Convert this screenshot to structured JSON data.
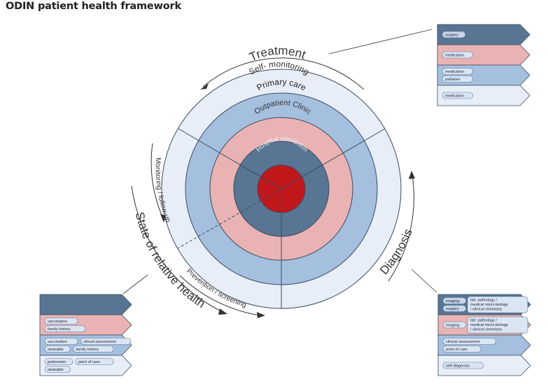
{
  "title": "ODIN patient health framework",
  "colors": {
    "hospital": "#587593",
    "outpatient": "#eab3b3",
    "primary": "#a5bfdf",
    "self": "#e7eef8",
    "core": "#c0171b",
    "outline": "#3b4b5e"
  },
  "rings": {
    "self": "Self- monitoring",
    "primary": "Primary care",
    "outpatient": "Outpatient Clinic",
    "hospital": "Hospital admission"
  },
  "phases": {
    "treatment": "Treatment",
    "diagnosis": "Diagnosis",
    "state": "State of relative health",
    "monitoring": "Monitoring / follow-up",
    "prevention": "Prevention / screening"
  },
  "panels": {
    "treatment": {
      "rows": [
        {
          "tags": [
            "surgery"
          ]
        },
        {
          "tags": [
            "medication"
          ]
        },
        {
          "tags": [
            "medication",
            "palliative"
          ]
        },
        {
          "tags": [
            "medication"
          ]
        }
      ]
    },
    "diagnosis": {
      "rows": [
        {
          "tags": [
            "imaging",
            "surgery"
          ],
          "note": "lab: pathology / medical micro biology / clinical chemistry"
        },
        {
          "tags": [
            "imaging"
          ],
          "note": "lab: pathology / medical micro biology / clinical chemistry"
        },
        {
          "tags": [
            "clinical assessment",
            "point of care"
          ]
        },
        {
          "tags": [
            "self-diagnosis"
          ]
        }
      ]
    },
    "health": {
      "rows": [
        {
          "tags": []
        },
        {
          "tags": [
            "vaccination",
            "family history"
          ]
        },
        {
          "tags": [
            "vaccination",
            "clincal assessment",
            "wearable",
            "family history"
          ]
        },
        {
          "tags": [
            "pedometer",
            "point of care",
            "wearable"
          ]
        }
      ]
    }
  }
}
